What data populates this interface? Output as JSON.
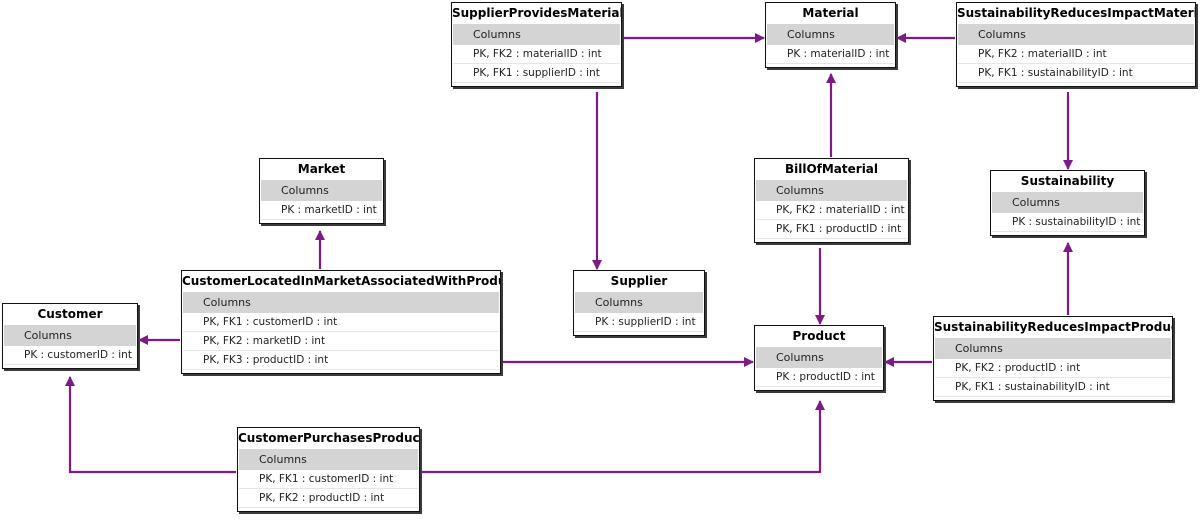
{
  "diagram": {
    "section_label": "Columns",
    "line_color": "#7d1a86",
    "entities": {
      "supplier_provides_material": {
        "title": "SupplierProvidesMaterial",
        "columns": [
          "PK, FK2 : materialID : int",
          "PK, FK1 : supplierID : int"
        ]
      },
      "material": {
        "title": "Material",
        "columns": [
          "PK : materialID : int"
        ]
      },
      "sustainability_reduces_impact_material": {
        "title": "SustainabilityReducesImpactMaterial",
        "columns": [
          "PK, FK2 : materialID : int",
          "PK, FK1 : sustainabilityID : int"
        ]
      },
      "market": {
        "title": "Market",
        "columns": [
          "PK : marketID : int"
        ]
      },
      "bill_of_material": {
        "title": "BillOfMaterial",
        "columns": [
          "PK, FK2 : materialID : int",
          "PK, FK1 : productID : int"
        ]
      },
      "sustainability": {
        "title": "Sustainability",
        "columns": [
          "PK : sustainabilityID : int"
        ]
      },
      "customer_located_in_market": {
        "title": "CustomerLocatedInMarketAssociatedWithProduct",
        "columns": [
          "PK, FK1 : customerID : int",
          "PK, FK2 : marketID : int",
          "PK, FK3 : productID : int"
        ]
      },
      "supplier": {
        "title": "Supplier",
        "columns": [
          "PK : supplierID : int"
        ]
      },
      "customer": {
        "title": "Customer",
        "columns": [
          "PK : customerID : int"
        ]
      },
      "product": {
        "title": "Product",
        "columns": [
          "PK : productID : int"
        ]
      },
      "sustainability_reduces_impact_product": {
        "title": "SustainabilityReducesImpactProduct",
        "columns": [
          "PK, FK2 : productID : int",
          "PK, FK1 : sustainabilityID : int"
        ]
      },
      "customer_purchases_product": {
        "title": "CustomerPurchasesProduct",
        "columns": [
          "PK, FK1 : customerID : int",
          "PK, FK2 : productID : int"
        ]
      }
    },
    "relationships": [
      {
        "from": "supplier_provides_material",
        "to": "material"
      },
      {
        "from": "supplier_provides_material",
        "to": "supplier"
      },
      {
        "from": "sustainability_reduces_impact_material",
        "to": "material"
      },
      {
        "from": "sustainability_reduces_impact_material",
        "to": "sustainability"
      },
      {
        "from": "bill_of_material",
        "to": "material"
      },
      {
        "from": "bill_of_material",
        "to": "product"
      },
      {
        "from": "customer_located_in_market",
        "to": "market"
      },
      {
        "from": "customer_located_in_market",
        "to": "customer"
      },
      {
        "from": "customer_located_in_market",
        "to": "product"
      },
      {
        "from": "sustainability_reduces_impact_product",
        "to": "product"
      },
      {
        "from": "sustainability_reduces_impact_product",
        "to": "sustainability"
      },
      {
        "from": "customer_purchases_product",
        "to": "customer"
      },
      {
        "from": "customer_purchases_product",
        "to": "product"
      }
    ]
  }
}
